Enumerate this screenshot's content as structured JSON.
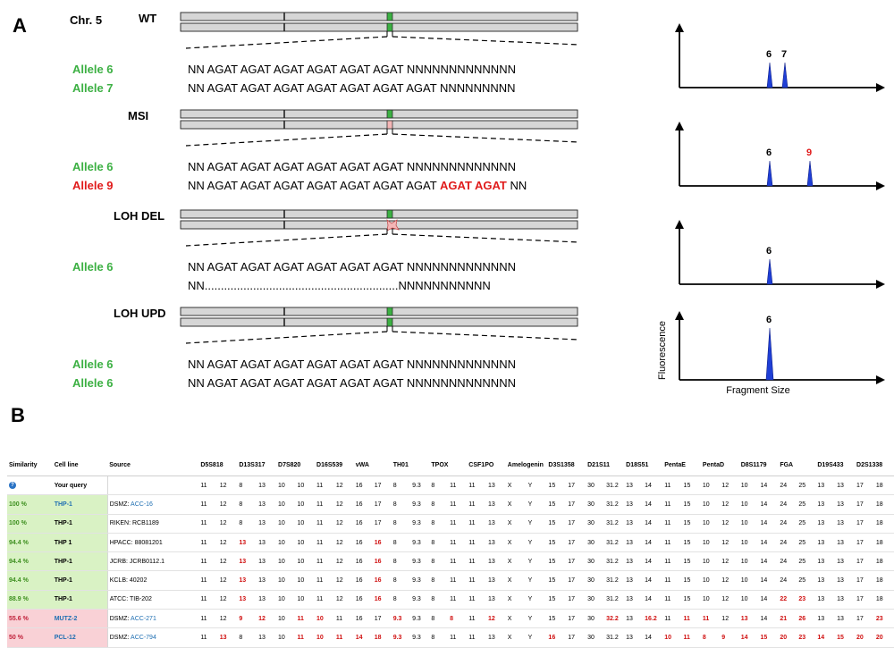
{
  "panel_a": {
    "letter": "A",
    "chromosome_label": "Chr. 5",
    "colors": {
      "wt_green": "#3cb043",
      "red": "#e01b1b",
      "gray_bar": "#d6d6d6",
      "peak_blue": "#1f3fd6"
    },
    "rows": [
      {
        "label": "WT",
        "alleles": [
          {
            "name": "Allele 6",
            "color": "green",
            "sequence": "NN  AGAT AGAT AGAT AGAT AGAT AGAT NNNNNNNNNNNNN",
            "red_part": "",
            "tail": ""
          },
          {
            "name": "Allele 7",
            "color": "green",
            "sequence": "NN  AGAT AGAT AGAT AGAT AGAT AGAT AGAT  NNNNNNNNN",
            "red_part": "",
            "tail": ""
          }
        ],
        "peak_labels": [
          "6",
          "7"
        ],
        "peak_label_red": [
          false,
          false
        ]
      },
      {
        "label": "MSI",
        "alleles": [
          {
            "name": "Allele 6",
            "color": "green",
            "sequence": "NN  AGAT AGAT AGAT AGAT AGAT AGAT  NNNNNNNNNNNNN",
            "red_part": "",
            "tail": ""
          },
          {
            "name": "Allele 9",
            "color": "red",
            "sequence": "NN  AGAT AGAT AGAT AGAT AGAT AGAT AGAT ",
            "red_part": "AGAT AGAT",
            "tail": " NN"
          }
        ],
        "peak_labels": [
          "6",
          "9"
        ],
        "peak_label_red": [
          false,
          true
        ]
      },
      {
        "label": "LOH DEL",
        "alleles": [
          {
            "name": "Allele 6",
            "color": "green",
            "sequence": "NN  AGAT AGAT AGAT AGAT AGAT AGAT NNNNNNNNNNNNN",
            "red_part": "",
            "tail": ""
          },
          {
            "name": "",
            "color": "green",
            "sequence": "NN............................................................NNNNNNNNNNN",
            "red_part": "",
            "tail": ""
          }
        ],
        "peak_labels": [
          "6"
        ],
        "peak_label_red": [
          false
        ]
      },
      {
        "label": "LOH UPD",
        "alleles": [
          {
            "name": "Allele 6",
            "color": "green",
            "sequence": "NN  AGAT AGAT AGAT AGAT AGAT AGAT NNNNNNNNNNNNN",
            "red_part": "",
            "tail": ""
          },
          {
            "name": "Allele 6",
            "color": "green",
            "sequence": "NN  AGAT AGAT AGAT AGAT AGAT AGAT NNNNNNNNNNNNN",
            "red_part": "",
            "tail": ""
          }
        ],
        "peak_labels": [
          "6"
        ],
        "peak_label_red": [
          false
        ]
      }
    ],
    "y_axis_label": "Fluorescence",
    "x_axis_label": "Fragment Size"
  },
  "panel_b": {
    "letter": "B",
    "headers": [
      "Similarity",
      "Cell line",
      "Source",
      "D5S818",
      "D13S317",
      "D7S820",
      "D16S539",
      "vWA",
      "TH01",
      "TPOX",
      "CSF1PO",
      "Amelogenin",
      "D3S1358",
      "D21S11",
      "D18S51",
      "PentaE",
      "PentaD",
      "D8S1179",
      "FGA",
      "D19S433",
      "D2S1338"
    ],
    "query_label": "Your query",
    "query_icon": "question-circle-icon",
    "query_values": [
      "11",
      "12",
      "8",
      "13",
      "10",
      "10",
      "11",
      "12",
      "16",
      "17",
      "8",
      "9.3",
      "8",
      "11",
      "11",
      "13",
      "X",
      "Y",
      "15",
      "17",
      "30",
      "31.2",
      "13",
      "14",
      "11",
      "15",
      "10",
      "12",
      "10",
      "14",
      "24",
      "25",
      "13",
      "13",
      "17",
      "18"
    ],
    "rows": [
      {
        "similarity": "100 %",
        "sim_class": "green",
        "cell_line": "THP-1",
        "cell_link": true,
        "source_prefix": "DSMZ: ",
        "source_id": "ACC-16",
        "source_link": true,
        "values": [
          "11",
          "12",
          "8",
          "13",
          "10",
          "10",
          "11",
          "12",
          "16",
          "17",
          "8",
          "9.3",
          "8",
          "11",
          "11",
          "13",
          "X",
          "Y",
          "15",
          "17",
          "30",
          "31.2",
          "13",
          "14",
          "11",
          "15",
          "10",
          "12",
          "10",
          "14",
          "24",
          "25",
          "13",
          "13",
          "17",
          "18"
        ],
        "mismatch": []
      },
      {
        "similarity": "100 %",
        "sim_class": "green",
        "cell_line": "THP-1",
        "cell_link": false,
        "source_prefix": "RIKEN: RCB1189",
        "source_id": "",
        "source_link": false,
        "values": [
          "11",
          "12",
          "8",
          "13",
          "10",
          "10",
          "11",
          "12",
          "16",
          "17",
          "8",
          "9.3",
          "8",
          "11",
          "11",
          "13",
          "X",
          "Y",
          "15",
          "17",
          "30",
          "31.2",
          "13",
          "14",
          "11",
          "15",
          "10",
          "12",
          "10",
          "14",
          "24",
          "25",
          "13",
          "13",
          "17",
          "18"
        ],
        "mismatch": []
      },
      {
        "similarity": "94.4 %",
        "sim_class": "green",
        "cell_line": "THP 1",
        "cell_link": false,
        "source_prefix": "HPACC: 88081201",
        "source_id": "",
        "source_link": false,
        "values": [
          "11",
          "12",
          "13",
          "13",
          "10",
          "10",
          "11",
          "12",
          "16",
          "16",
          "8",
          "9.3",
          "8",
          "11",
          "11",
          "13",
          "X",
          "Y",
          "15",
          "17",
          "30",
          "31.2",
          "13",
          "14",
          "11",
          "15",
          "10",
          "12",
          "10",
          "14",
          "24",
          "25",
          "13",
          "13",
          "17",
          "18"
        ],
        "mismatch": [
          2,
          9
        ]
      },
      {
        "similarity": "94.4 %",
        "sim_class": "green",
        "cell_line": "THP-1",
        "cell_link": false,
        "source_prefix": "JCRB: JCRB0112.1",
        "source_id": "",
        "source_link": false,
        "values": [
          "11",
          "12",
          "13",
          "13",
          "10",
          "10",
          "11",
          "12",
          "16",
          "16",
          "8",
          "9.3",
          "8",
          "11",
          "11",
          "13",
          "X",
          "Y",
          "15",
          "17",
          "30",
          "31.2",
          "13",
          "14",
          "11",
          "15",
          "10",
          "12",
          "10",
          "14",
          "24",
          "25",
          "13",
          "13",
          "17",
          "18"
        ],
        "mismatch": [
          2,
          9
        ]
      },
      {
        "similarity": "94.4 %",
        "sim_class": "green",
        "cell_line": "THP-1",
        "cell_link": false,
        "source_prefix": "KCLB: 40202",
        "source_id": "",
        "source_link": false,
        "values": [
          "11",
          "12",
          "13",
          "13",
          "10",
          "10",
          "11",
          "12",
          "16",
          "16",
          "8",
          "9.3",
          "8",
          "11",
          "11",
          "13",
          "X",
          "Y",
          "15",
          "17",
          "30",
          "31.2",
          "13",
          "14",
          "11",
          "15",
          "10",
          "12",
          "10",
          "14",
          "24",
          "25",
          "13",
          "13",
          "17",
          "18"
        ],
        "mismatch": [
          2,
          9
        ]
      },
      {
        "similarity": "88.9 %",
        "sim_class": "green",
        "cell_line": "THP-1",
        "cell_link": false,
        "source_prefix": "ATCC: TIB-202",
        "source_id": "",
        "source_link": false,
        "values": [
          "11",
          "12",
          "13",
          "13",
          "10",
          "10",
          "11",
          "12",
          "16",
          "16",
          "8",
          "9.3",
          "8",
          "11",
          "11",
          "13",
          "X",
          "Y",
          "15",
          "17",
          "30",
          "31.2",
          "13",
          "14",
          "11",
          "15",
          "10",
          "12",
          "10",
          "14",
          "22",
          "23",
          "13",
          "13",
          "17",
          "18"
        ],
        "mismatch": [
          2,
          9,
          30,
          31
        ]
      },
      {
        "similarity": "55.6 %",
        "sim_class": "red",
        "cell_line": "MUTZ-2",
        "cell_link": true,
        "source_prefix": "DSMZ: ",
        "source_id": "ACC-271",
        "source_link": true,
        "values": [
          "11",
          "12",
          "9",
          "12",
          "10",
          "11",
          "10",
          "11",
          "16",
          "17",
          "9.3",
          "9.3",
          "8",
          "8",
          "11",
          "12",
          "X",
          "Y",
          "15",
          "17",
          "30",
          "32.2",
          "13",
          "16.2",
          "11",
          "11",
          "11",
          "12",
          "13",
          "14",
          "21",
          "26",
          "13",
          "13",
          "17",
          "23"
        ],
        "mismatch": [
          2,
          3,
          5,
          6,
          10,
          13,
          15,
          21,
          23,
          25,
          26,
          28,
          30,
          31,
          35
        ]
      },
      {
        "similarity": "50 %",
        "sim_class": "red",
        "cell_line": "PCL-12",
        "cell_link": true,
        "source_prefix": "DSMZ: ",
        "source_id": "ACC-794",
        "source_link": true,
        "values": [
          "11",
          "13",
          "8",
          "13",
          "10",
          "11",
          "10",
          "11",
          "14",
          "18",
          "9.3",
          "9.3",
          "8",
          "11",
          "11",
          "13",
          "X",
          "Y",
          "16",
          "17",
          "30",
          "31.2",
          "13",
          "14",
          "10",
          "11",
          "8",
          "9",
          "14",
          "15",
          "20",
          "23",
          "14",
          "15",
          "20",
          "20"
        ],
        "mismatch": [
          1,
          5,
          6,
          7,
          8,
          9,
          10,
          18,
          24,
          25,
          26,
          27,
          28,
          29,
          30,
          31,
          32,
          33,
          34,
          35
        ]
      }
    ]
  }
}
